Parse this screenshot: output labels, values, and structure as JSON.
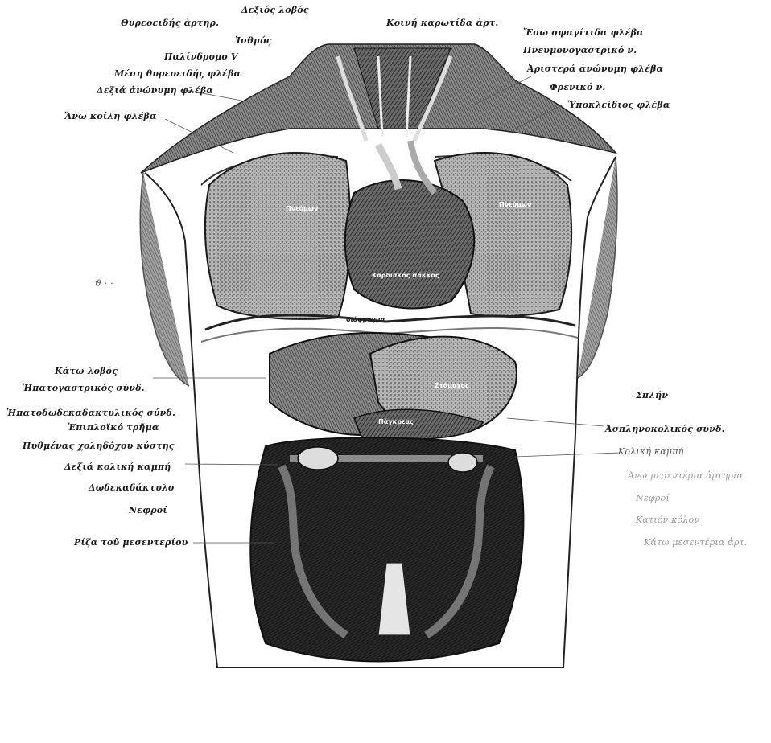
{
  "labels": {
    "thyreoid_artery": "Θυρεοειδής ἀρτηρ.",
    "right_lobe": "Δεξιός λοβός",
    "isthmus": "Ἰσθμός",
    "recurrent": "Παλίνδρομο V",
    "middle_thyroid_vein": "Μέση θυρεοειδής φλέβα",
    "right_brachio_vein": "Δεξιά ἀνώνυμη φλέβα",
    "superior_vena_cava": "Ἄνω κοίλη φλέβα",
    "common_carotid": "Κοινή καρωτίδα ἀρτ.",
    "internal_jugular": "Ἔσω σφαγίτιδα φλέβα",
    "pneumogastric": "Πνευμονογαστρικό ν.",
    "left_brachio_vein": "Ἀριστερά ἀνώνυμη φλέβα",
    "phrenic": "Φρενικό ν.",
    "subclavian_vein": "Ὑποκλείδιος φλέβα",
    "lower_lobe": "Κάτω λοβός",
    "hepatogastric": "Ἡπατογαστρικός σύνδ.",
    "hepatoduodenal": "Ἡπατοδωδεκαδακτυλικός σύνδ.",
    "epiploic": "Ἐπιπλοϊκό τρῆμα",
    "gallbladder": "Πυθμένας χοληδόχου κύστης",
    "right_colic": "Δεξιά κολική καμπή",
    "duodenum": "Δωδεκαδάκτυλο",
    "kidney": "Νεφροί",
    "mesentery_root": "Ρίζα τοῦ μεσεντερίου",
    "spleen": "Σπλήν",
    "splenocolic": "Ἀσπληνοκολικός συνδ.",
    "left_colic": "Κολική καμπή",
    "faint_r1": "Ἄνω μεσεντέρια ἀρτηρία",
    "faint_r2": "Νεφροί",
    "faint_r3": "Κατιόν κόλον",
    "faint_r4": "Κάτω μεσεντέρια ἀρτ.",
    "left_margin_mark": "ϑ · ·"
  },
  "organ_text": {
    "heart": "Καρδιακός σάκκος",
    "stomach": "Στόμαχος",
    "pancreas": "Πάγκρεας",
    "lung_r": "Πνεύμων",
    "lung_l": "Πνεύμων",
    "diaphragm": "διάφραγμα"
  }
}
